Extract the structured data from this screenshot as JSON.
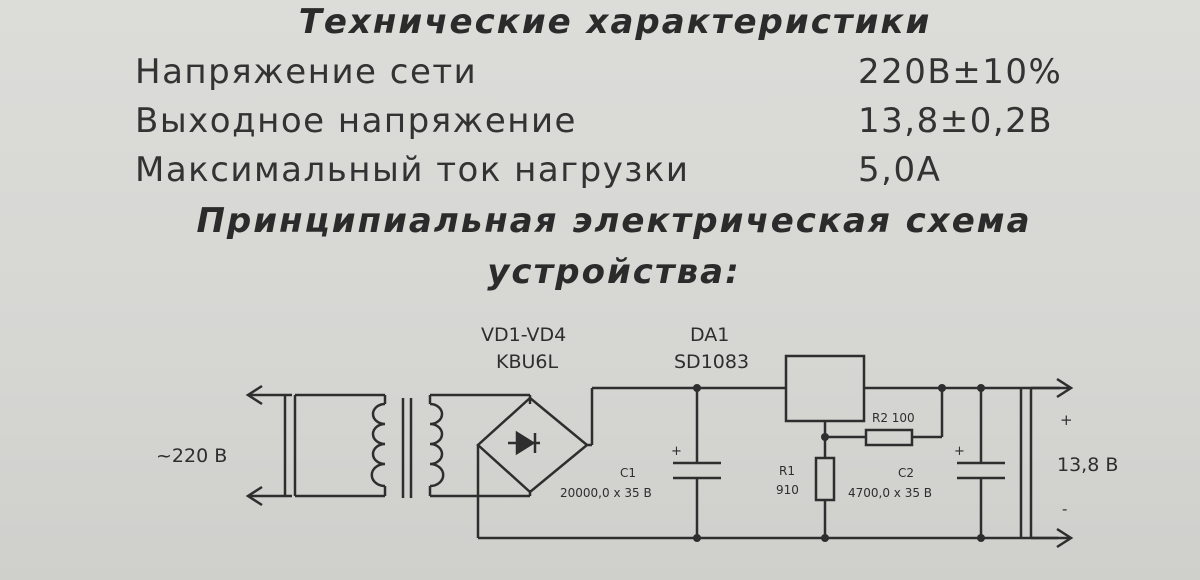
{
  "header": {
    "title": "Технические характеристики"
  },
  "specs": [
    {
      "name": "Напряжение сети",
      "value": "220В±10%"
    },
    {
      "name": "Выходное напряжение",
      "value": "13,8±0,2В"
    },
    {
      "name": "Максимальный ток нагрузки",
      "value": "5,0А"
    }
  ],
  "schematic_title": {
    "line1": "Принципиальная электрическая схема",
    "line2": "устройства:"
  },
  "schematic": {
    "input_label": "~220 В",
    "bridge_ref": "VD1-VD4",
    "bridge_part": "KBU6L",
    "regulator_ref": "DA1",
    "regulator_part": "SD1083",
    "c1_ref": "C1",
    "c1_value": "20000,0 x 35 В",
    "r1_ref": "R1",
    "r1_value": "910",
    "r2_label": "R2 100",
    "c2_ref": "C2",
    "c2_value": "4700,0 x 35 В",
    "output_label": "13,8 В",
    "plus_sign": "+",
    "minus_sign": "-"
  }
}
